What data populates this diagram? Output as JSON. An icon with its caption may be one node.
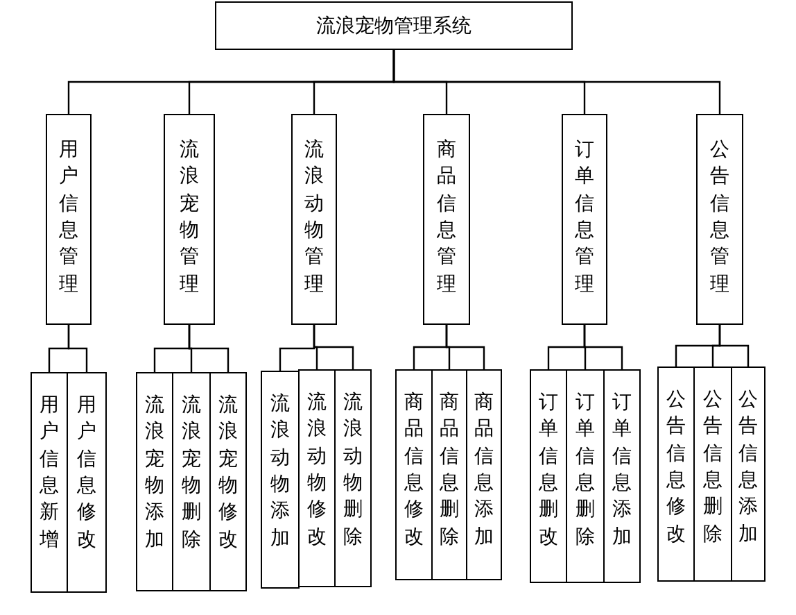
{
  "diagram": {
    "nodes": [
      {
        "text": [
          "流浪宠物管理系统"
        ]
      },
      {
        "text": [
          "用户信息管理"
        ]
      },
      {
        "text": [
          "流浪宠物管理"
        ]
      },
      {
        "text": [
          "流浪动物管理"
        ]
      },
      {
        "text": [
          "商品信息管理"
        ]
      },
      {
        "text": [
          "订单信息管理"
        ]
      },
      {
        "text": [
          "公告信息管理"
        ]
      },
      {
        "text": [
          "用户信息新增"
        ]
      },
      {
        "text": [
          "用户信息修改"
        ]
      },
      {
        "text": [
          "流浪宠物添加"
        ]
      },
      {
        "text": [
          "流浪宠物删除"
        ]
      },
      {
        "text": [
          "流浪宠物修改"
        ]
      },
      {
        "text": [
          "流浪动物添加"
        ]
      },
      {
        "text": [
          "流浪动物修改"
        ]
      },
      {
        "text": [
          "流浪动物删除"
        ]
      },
      {
        "text": [
          "商品信息修改"
        ]
      },
      {
        "text": [
          "商品信息删除"
        ]
      },
      {
        "text": [
          "商品信息添加"
        ]
      },
      {
        "text": [
          "订单信息删改"
        ]
      },
      {
        "text": [
          "订单信息删除"
        ]
      },
      {
        "text": [
          "订单信息添加"
        ]
      },
      {
        "text": [
          "公告信息修改"
        ]
      },
      {
        "text": [
          "公告信息删除"
        ]
      },
      {
        "text": [
          "公告信息添加"
        ]
      }
    ],
    "edges": [
      {
        "from": 0,
        "to": 1,
        "arrow": "none"
      },
      {
        "from": 0,
        "to": 2,
        "arrow": "none"
      },
      {
        "from": 0,
        "to": 3,
        "arrow": "none"
      },
      {
        "from": 0,
        "to": 4,
        "arrow": "none"
      },
      {
        "from": 0,
        "to": 5,
        "arrow": "none"
      },
      {
        "from": 0,
        "to": 6,
        "arrow": "none"
      },
      {
        "from": 1,
        "to": 7,
        "arrow": "none"
      },
      {
        "from": 1,
        "to": 8,
        "arrow": "none"
      },
      {
        "from": 2,
        "to": 9,
        "arrow": "none"
      },
      {
        "from": 2,
        "to": 10,
        "arrow": "none"
      },
      {
        "from": 2,
        "to": 11,
        "arrow": "none"
      },
      {
        "from": 3,
        "to": 12,
        "arrow": "none"
      },
      {
        "from": 3,
        "to": 13,
        "arrow": "none"
      },
      {
        "from": 3,
        "to": 14,
        "arrow": "none"
      },
      {
        "from": 4,
        "to": 15,
        "arrow": "none"
      },
      {
        "from": 4,
        "to": 16,
        "arrow": "none"
      },
      {
        "from": 4,
        "to": 17,
        "arrow": "none"
      },
      {
        "from": 5,
        "to": 18,
        "arrow": "none"
      },
      {
        "from": 5,
        "to": 19,
        "arrow": "none"
      },
      {
        "from": 5,
        "to": 20,
        "arrow": "none"
      },
      {
        "from": 6,
        "to": 21,
        "arrow": "none"
      },
      {
        "from": 6,
        "to": 22,
        "arrow": "none"
      },
      {
        "from": 6,
        "to": 23,
        "arrow": "none"
      }
    ]
  }
}
